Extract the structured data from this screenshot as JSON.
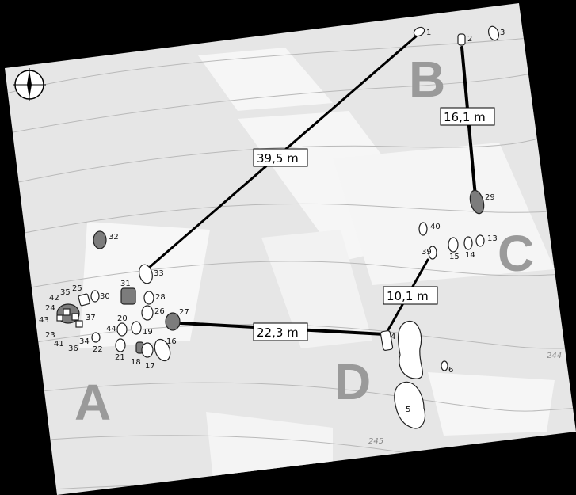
{
  "zones": {
    "A": "A",
    "B": "B",
    "C": "C",
    "D": "D"
  },
  "distances": {
    "ab": "39,5 m",
    "bc": "16,1 m",
    "ad": "22,3 m",
    "dc": "10,1 m"
  },
  "contours": {
    "c244": "244",
    "c245": "245"
  },
  "stones": {
    "s1": "1",
    "s2": "2",
    "s3": "3",
    "s4": "4",
    "s5": "5",
    "s6": "6",
    "s13": "13",
    "s14": "14",
    "s15": "15",
    "s16": "16",
    "s17": "17",
    "s18": "18",
    "s19": "19",
    "s20": "20",
    "s21": "21",
    "s22": "22",
    "s23": "23",
    "s24": "24",
    "s25": "25",
    "s26": "26",
    "s27": "27",
    "s28": "28",
    "s29": "29",
    "s30": "30",
    "s31": "31",
    "s32": "32",
    "s33": "33",
    "s34": "34",
    "s35": "35",
    "s36": "36",
    "s37": "37",
    "s39": "39",
    "s40": "40",
    "s41": "41",
    "s42": "42",
    "s43": "43",
    "s44": "44"
  },
  "compass": {
    "icon": "north-arrow-icon"
  },
  "colors": {
    "background": "#000000",
    "map_ground": "#e6e6e6",
    "light_patch": "#f7f7f7",
    "contour": "#b9b9b9",
    "zone_letter": "#9a9a9a",
    "dark_stone": "#7c7c7c"
  }
}
